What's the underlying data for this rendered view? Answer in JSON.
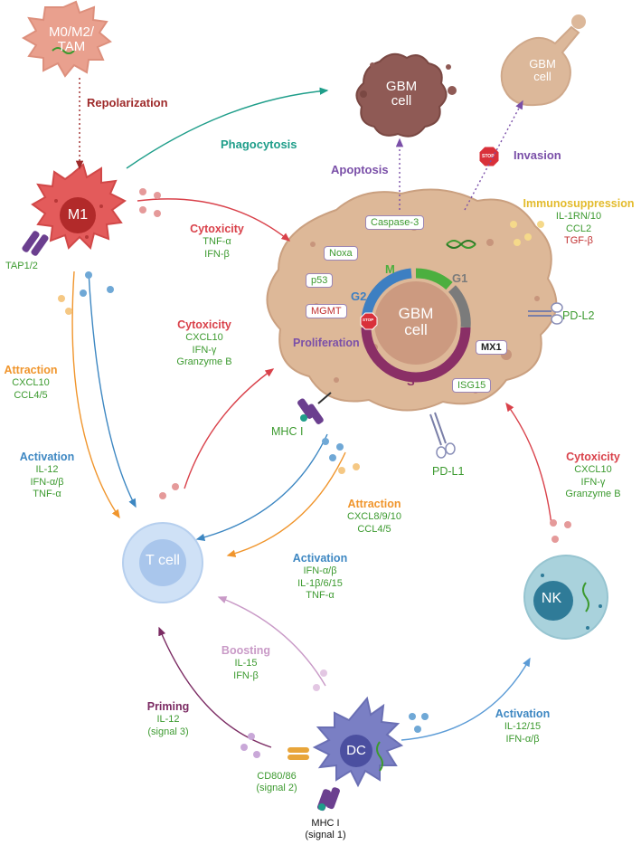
{
  "cells": {
    "tam": "M0/M2/\nTAM",
    "m1": "M1",
    "gbm_main": "GBM\ncell",
    "gbm_apoptosis": "GBM\ncell",
    "gbm_invasion": "GBM\ncell",
    "tcell": "T cell",
    "nk": "NK",
    "dc": "DC"
  },
  "cycle": {
    "m": "M",
    "g1": "G1",
    "g2": "G2",
    "s": "S",
    "proliferation": "Proliferation"
  },
  "boxes": {
    "caspase": "Caspase-3",
    "noxa": "Noxa",
    "p53": "p53",
    "mgmt": "MGMT",
    "mx1": "MX1",
    "isg15": "ISG15"
  },
  "stop": "STOP",
  "labels": {
    "repolarization": "Repolarization",
    "phagocytosis": "Phagocytosis",
    "apoptosis": "Apoptosis",
    "invasion": "Invasion",
    "immunosuppression": {
      "title": "Immunosuppression",
      "l1": "IL-1RN/10",
      "l2": "CCL2",
      "l3": "TGF-β"
    },
    "tap": "TAP1/2",
    "cyto_m1": {
      "title": "Cytoxicity",
      "l1": "TNF-α",
      "l2": "IFN-β"
    },
    "cyto_t": {
      "title": "Cytoxicity",
      "l1": "CXCL10",
      "l2": "IFN-γ",
      "l3": "Granzyme B"
    },
    "attraction_left": {
      "title": "Attraction",
      "l1": "CXCL10",
      "l2": "CCL4/5"
    },
    "activation_left": {
      "title": "Activation",
      "l1": "IL-12",
      "l2": "IFN-α/β",
      "l3": "TNF-α"
    },
    "pdl2": "PD-L2",
    "pdl1": "PD-L1",
    "mhc1": "MHC I",
    "attraction_mid": {
      "title": "Attraction",
      "l1": "CXCL8/9/10",
      "l2": "CCL4/5"
    },
    "activation_mid": {
      "title": "Activation",
      "l1": "IFN-α/β",
      "l2": "IL-1β/6/15",
      "l3": "TNF-α"
    },
    "cyto_nk": {
      "title": "Cytoxicity",
      "l1": "CXCL10",
      "l2": "IFN-γ",
      "l3": "Granzyme B"
    },
    "boosting": {
      "title": "Boosting",
      "l1": "IL-15",
      "l2": "IFN-β"
    },
    "priming": {
      "title": "Priming",
      "l1": "IL-12",
      "l2": "(signal 3)"
    },
    "cd80": {
      "l1": "CD80/86",
      "l2": "(signal 2)"
    },
    "activation_nk": {
      "title": "Activation",
      "l1": "IL-12/15",
      "l2": "IFN-α/β"
    },
    "mhc_dc": {
      "l1": "MHC I",
      "l2": "(signal 1)"
    }
  },
  "colors": {
    "red": "#d9414a",
    "teal": "#1f9e8a",
    "purple": "#7a4fa8",
    "orange": "#f0952c",
    "blue": "#3d87c2",
    "yellow": "#e3bb2c",
    "green": "#3c9a2f",
    "darkred": "#9e2a2a",
    "maroon": "#7b2b63",
    "pink": "#c99ac7"
  }
}
